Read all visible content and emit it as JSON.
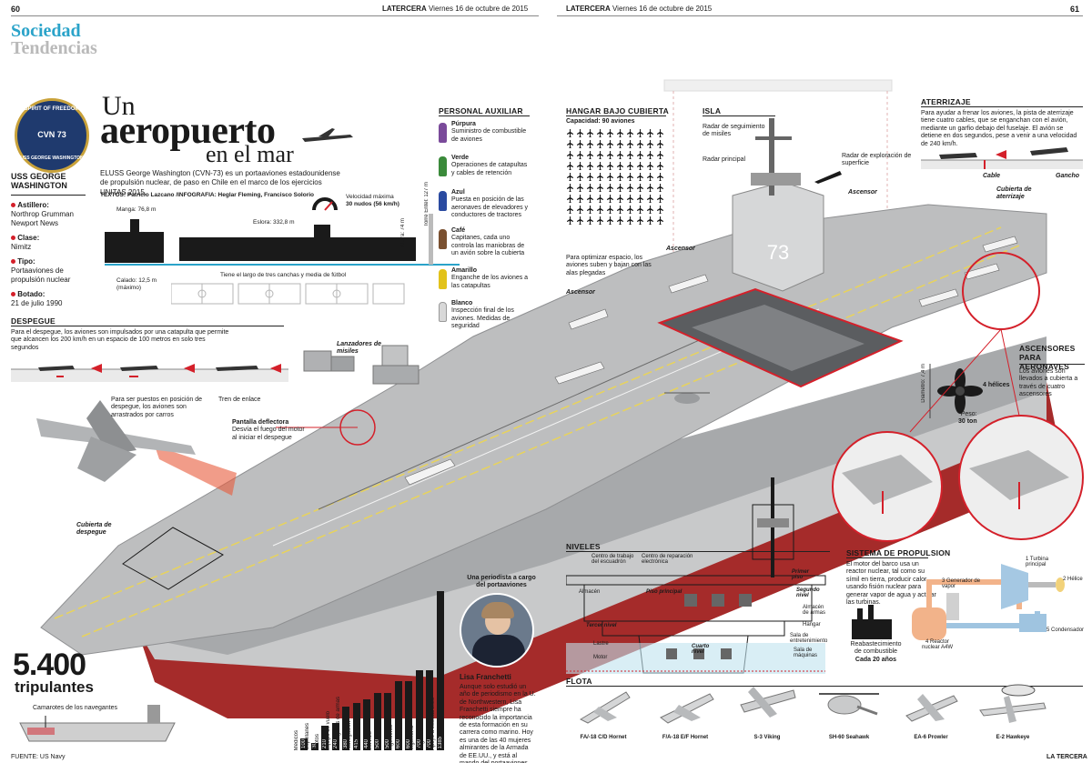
{
  "header": {
    "left_page": "60",
    "right_page": "61",
    "masthead_left": "LATERCERA",
    "masthead_right": "LATERCERA",
    "date_left": "Viernes 16 de octubre de 2015",
    "date_right": "Viernes 16 de octubre de 2015",
    "section": "Sociedad",
    "subsection": "Tendencias"
  },
  "title": {
    "line1": "Un",
    "line2": "aeropuerto",
    "line3": "en el mar"
  },
  "seal": {
    "top_text": "SPIRIT OF FREEDOM",
    "center_text": "CVN 73",
    "bottom_text": "USS GEORGE WASHINGTON"
  },
  "intro": {
    "text": "ELUSS George Washington (CVN-73) es un portaaviones estadounidense de propulsión nuclear, de paso en Chile en el marco de los ejercicios UNITAS 2015.",
    "credits": "TEXTOS: Patricio Lazcano /INFOGRAFIA: Heglar Fleming, Francisco Solorio"
  },
  "ship_info": {
    "name": "USS GEORGE WASHINGTON",
    "items": [
      {
        "label": "Astillero:",
        "value": "Northrop Grumman Newport News"
      },
      {
        "label": "Clase:",
        "value": "Nimitz"
      },
      {
        "label": "Tipo:",
        "value": "Portaaviones de propulsión nuclear"
      },
      {
        "label": "Botado:",
        "value": "21 de julio 1990"
      }
    ]
  },
  "dimensions": {
    "manga": "Manga: 76,8 m",
    "eslora": "Eslora: 332,8 m",
    "velocidad_label": "Velocidad máxima",
    "velocidad_value": "30 nudos (56 km/h)",
    "altura": "Altura: 74 m",
    "torre": "Torre Entel: 127 m",
    "calado": "Calado: 12,5 m (máximo)",
    "canchas": "Tiene el largo de tres canchas y media de fútbol"
  },
  "personal": {
    "title": "PERSONAL AUXILIAR",
    "items": [
      {
        "color_name": "Púrpura",
        "color": "#7a4a9a",
        "text": "Suministro de combustible de aviones"
      },
      {
        "color_name": "Verde",
        "color": "#3a8a3a",
        "text": "Operaciones de catapultas y cables de retención"
      },
      {
        "color_name": "Azul",
        "color": "#2a4aa0",
        "text": "Puesta en posición de las aeronaves de elevadores y conductores de tractores"
      },
      {
        "color_name": "Café",
        "color": "#7a5030",
        "text": "Capitanes, cada uno controla las maniobras de un avión sobre la cubierta"
      },
      {
        "color_name": "Amarillo",
        "color": "#e2c21a",
        "text": "Enganche de los aviones a las catapultas"
      },
      {
        "color_name": "Blanco",
        "color": "#d8d8d8",
        "text": "Inspección final de los aviones. Medidas de seguridad"
      }
    ]
  },
  "despegue": {
    "title": "DESPEGUE",
    "text": "Para el despegue, los aviones son impulsados por una catapulta que permite que alcancen los 200 km/h en un espacio de 100 metros en solo tres segundos",
    "note1": "Para ser puestos en posición de despegue, los aviones son arrastrados por carros",
    "note2": "Tren de enlace",
    "pantalla_title": "Pantalla deflectora",
    "pantalla_text": "Desvía el fuego del motor al iniciar el despegue",
    "lanzadores": "Lanzadores de misiles",
    "cubierta": "Cubierta de despegue"
  },
  "hangar": {
    "title": "HANGAR BAJO CUBIERTA",
    "capacity": "Capacidad: 90 aviones",
    "note": "Para optimizar espacio, los aviones suben y bajan con las alas plegadas"
  },
  "isla": {
    "title": "ISLA",
    "radar_seg": "Radar de seguimiento de misiles",
    "radar_principal": "Radar principal",
    "radar_exp": "Radar de exploración de superficie",
    "ascensor": "Ascensor"
  },
  "aterrizaje": {
    "title": "ATERRIZAJE",
    "text": "Para ayudar a frenar los aviones, la pista de aterrizaje tiene cuatro cables, que se enganchan con el avión, mediante un garfio debajo del fuselaje. El avión se detiene en dos segundos, pese a venir a una velocidad de 240 km/h.",
    "cable": "Cable",
    "gancho": "Gancho",
    "cubierta": "Cubierta de aterrizaje"
  },
  "ascensores": {
    "title": "ASCENSORES PARA AERONAVES",
    "text": "Los aviones son llevados a cubierta a través de cuatro ascensores"
  },
  "helice": {
    "diametro": "Diámetro: 7,4 m",
    "helices": "4 hélices",
    "peso_label": "Peso:",
    "peso": "30 ton"
  },
  "crew": {
    "number": "5.400",
    "label": "tripulantes",
    "camarotes": "Camarotes de los navegantes"
  },
  "journalist": {
    "heading": "Una periodista a cargo del portaaviones",
    "name": "Lisa Franchetti",
    "text": "Aunque solo estudió un año de periodismo en la U. de Northwestern, Lisa Franchetti siempre ha reconocido la importancia de esta formación en su carrera como marino. Hoy es una de las 40 mujeres almirantes de la Armada de EE.UU., y está al mando del portaaviones USS George Washington en calidad de contraalmirante."
  },
  "niveles": {
    "title": "NIVELES",
    "labels": [
      "Centro de trabajo del escuadrón",
      "Centro de reparación electrónica",
      "Primer piso",
      "Almacén",
      "Piso principal",
      "Segundo nivel",
      "Almacén de armas",
      "Hangar",
      "Tercer nivel",
      "Sala de entretenimiento",
      "Lastre",
      "Cuarto nivel",
      "Motor",
      "Sala de máquinas"
    ]
  },
  "propulsion": {
    "title": "SISTEMA DE PROPULSION",
    "text": "El motor del barco usa un reactor nuclear, tal como su símil en tierra, producir calor usando fisión nuclear para generar vapor de agua y activar las turbinas.",
    "reabastecimiento": "Reabastecimiento de combustible",
    "cada": "Cada 20 años",
    "n1": "1",
    "turbina": "Turbina principal",
    "n2": "2",
    "helice": "Hélice",
    "n3": "3",
    "generador": "Generador de vapor",
    "n4": "4",
    "reactor": "Reactor nuclear A4W",
    "n5": "5",
    "condensador": "Condensador"
  },
  "crew_chart": {
    "categories": [
      "Médicos",
      "Capellanes",
      "Pilotos",
      "Equipo de vuelo",
      "Encargados de armas",
      "Navegación",
      "Mantenimiento",
      "Servicio",
      "Técnicos",
      "Ingenieros",
      "Almacenamiento",
      "Ingeniería",
      "Seguridad",
      "Apoyo a escuadrones"
    ],
    "values": [
      100,
      30,
      210,
      240,
      380,
      415,
      440,
      500,
      500,
      600,
      600,
      700,
      700,
      1385
    ]
  },
  "flota": {
    "title": "FLOTA",
    "planes": [
      "FA/-18 C/D Hornet",
      "F/A-18 E/F Hornet",
      "S-3 Viking",
      "SH-60 Seahawk",
      "EA-6 Prowler",
      "E-2 Hawkeye"
    ]
  },
  "hull_number": "73",
  "footer": {
    "source": "FUENTE: US Navy",
    "brand": "LA TERCERA"
  },
  "colors": {
    "accent": "#2aa3c9",
    "red": "#d4202a",
    "deck": "#b7b8b8",
    "hull_red": "#a52b2a"
  }
}
